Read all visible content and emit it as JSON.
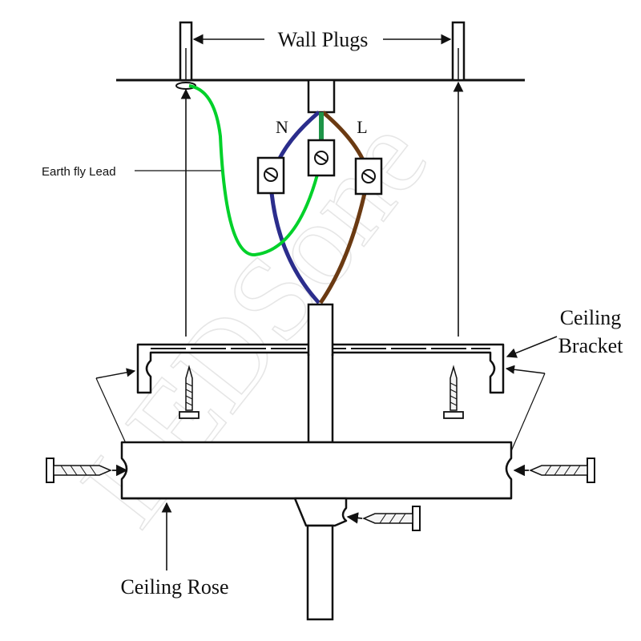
{
  "labels": {
    "wall_plugs": "Wall Plugs",
    "neutral": "N",
    "live": "L",
    "earth_fly_lead": "Earth fly Lead",
    "ceiling_bracket_line1": "Ceiling",
    "ceiling_bracket_line2": "Bracket",
    "ceiling_rose": "Ceiling Rose"
  },
  "watermark": "LEDSone",
  "colors": {
    "neutral_wire": "#2b2d8c",
    "live_wire": "#6b3a12",
    "earth_wire": "#00d12a",
    "earth_core": "#1e9448",
    "line": "#111111"
  }
}
